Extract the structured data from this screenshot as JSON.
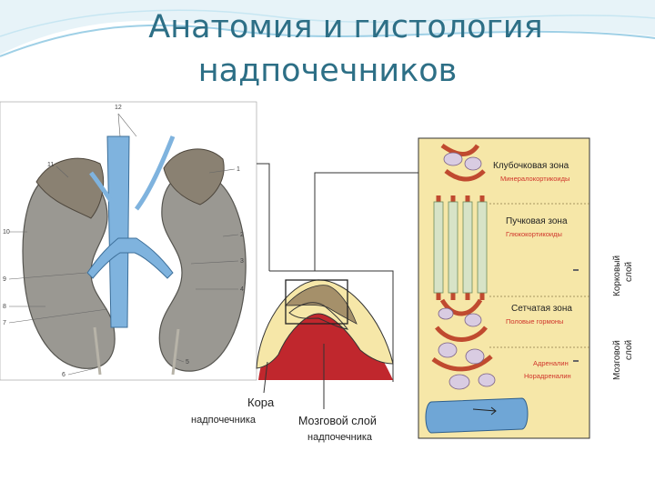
{
  "slide": {
    "title_line1": "Анатомия и гистология",
    "title_line2": "надпочечников"
  },
  "figure": {
    "cortex_label_1": "Кора",
    "cortex_label_2": "надпочечника",
    "medulla_label_1": "Мозговой слой",
    "medulla_label_2": "надпочечника",
    "zone_glomerular": "Клубочковая зона",
    "zone_glomerular_hormone": "Минералокортикоиды",
    "zone_fascicular": "Пучковая зона",
    "zone_fascicular_hormone": "Глюкокортикоиды",
    "zone_reticular": "Сетчатая зона",
    "zone_reticular_hormone": "Половые гормоны",
    "medulla_hormone_1": "Адреналин",
    "medulla_hormone_2": "Норадреналин",
    "side_cortex_1": "Корковый",
    "side_cortex_2": "слой",
    "side_medulla_1": "Мозговой",
    "side_medulla_2": "слой",
    "leader_numbers": [
      "12",
      "11",
      "1",
      "2",
      "3",
      "4",
      "5",
      "6",
      "7",
      "8",
      "9",
      "10"
    ]
  },
  "colors": {
    "title": "#2d6f86",
    "accent_blue": "#3a8fd0",
    "cortex_yellow": "#f6e7a8",
    "medulla_red": "#c0272d",
    "vessel_blue": "#6fa6d6",
    "hormone_red": "#d0352b"
  }
}
